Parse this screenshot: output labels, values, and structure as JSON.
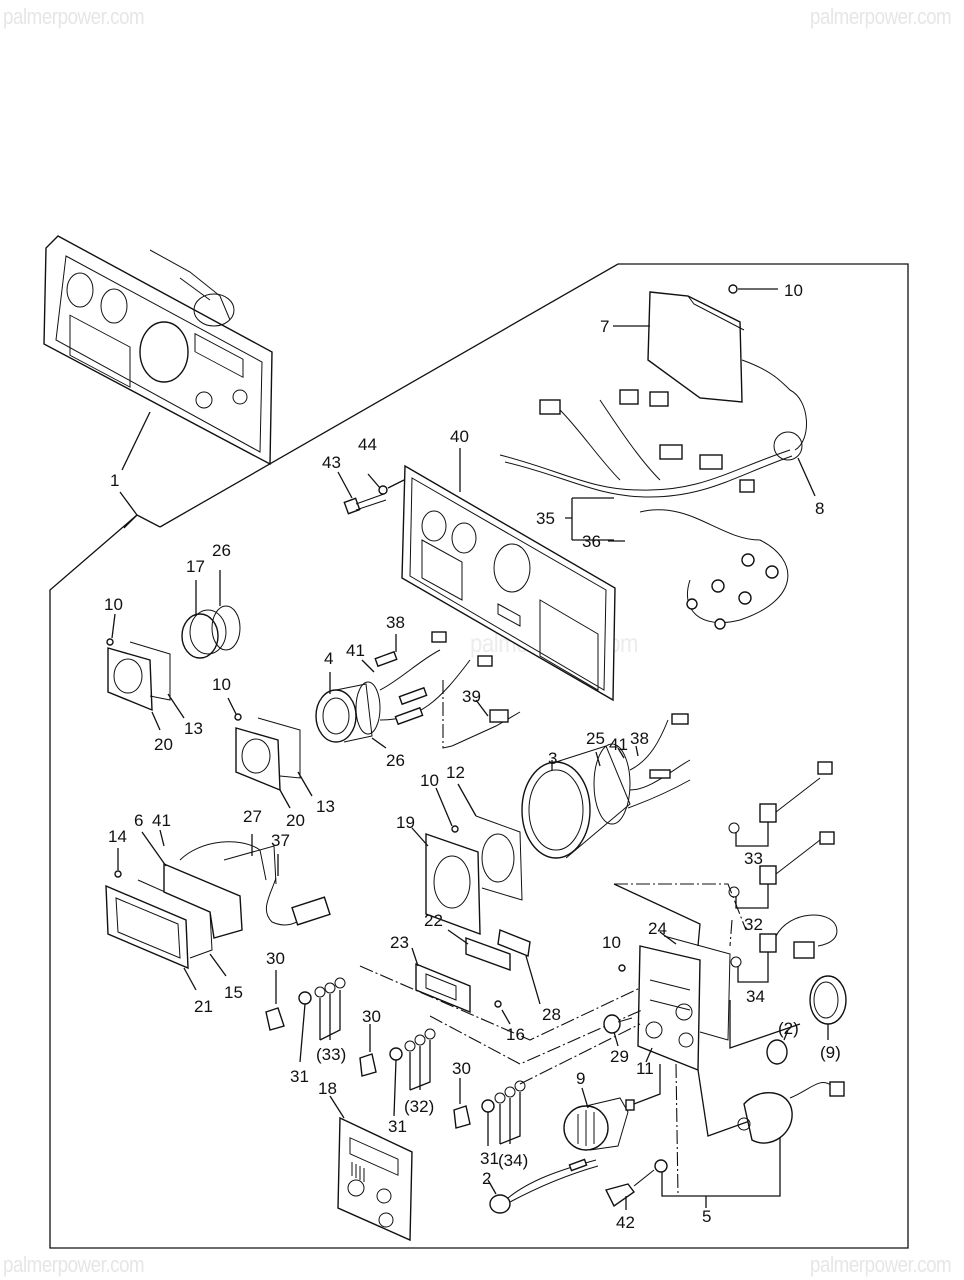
{
  "watermarks": {
    "top_left": "palmerpower.com",
    "top_right": "palmerpower.com",
    "bottom_left": "palmerpower.com",
    "bottom_right": "palmerpower.com",
    "center": "palmerpower.com"
  },
  "diagram": {
    "title": "Instrument panel exploded parts view",
    "callouts": [
      {
        "id": "c10a",
        "text": "10"
      },
      {
        "id": "c7",
        "text": "7"
      },
      {
        "id": "c8",
        "text": "8"
      },
      {
        "id": "c40",
        "text": "40"
      },
      {
        "id": "c43",
        "text": "43"
      },
      {
        "id": "c44",
        "text": "44"
      },
      {
        "id": "c35",
        "text": "35"
      },
      {
        "id": "c36",
        "text": "36"
      },
      {
        "id": "c1",
        "text": "1"
      },
      {
        "id": "c17",
        "text": "17"
      },
      {
        "id": "c26a",
        "text": "26"
      },
      {
        "id": "c10b",
        "text": "10"
      },
      {
        "id": "c13a",
        "text": "13"
      },
      {
        "id": "c20a",
        "text": "20"
      },
      {
        "id": "c10c",
        "text": "10"
      },
      {
        "id": "c13b",
        "text": "13"
      },
      {
        "id": "c20b",
        "text": "20"
      },
      {
        "id": "c4",
        "text": "4"
      },
      {
        "id": "c41a",
        "text": "41"
      },
      {
        "id": "c38a",
        "text": "38"
      },
      {
        "id": "c26b",
        "text": "26"
      },
      {
        "id": "c39",
        "text": "39"
      },
      {
        "id": "c3",
        "text": "3"
      },
      {
        "id": "c25",
        "text": "25"
      },
      {
        "id": "c41b",
        "text": "41"
      },
      {
        "id": "c38b",
        "text": "38"
      },
      {
        "id": "c19",
        "text": "19"
      },
      {
        "id": "c10d",
        "text": "10"
      },
      {
        "id": "c12",
        "text": "12"
      },
      {
        "id": "c14",
        "text": "14"
      },
      {
        "id": "c6",
        "text": "6"
      },
      {
        "id": "c41c",
        "text": "41"
      },
      {
        "id": "c27",
        "text": "27"
      },
      {
        "id": "c37",
        "text": "37"
      },
      {
        "id": "c15",
        "text": "15"
      },
      {
        "id": "c21",
        "text": "21"
      },
      {
        "id": "c33",
        "text": "33"
      },
      {
        "id": "c32",
        "text": "32"
      },
      {
        "id": "c34",
        "text": "34"
      },
      {
        "id": "c22",
        "text": "22"
      },
      {
        "id": "c23",
        "text": "23"
      },
      {
        "id": "c28",
        "text": "28"
      },
      {
        "id": "c16",
        "text": "16"
      },
      {
        "id": "c24",
        "text": "24"
      },
      {
        "id": "c10e",
        "text": "10"
      },
      {
        "id": "c30a",
        "text": "30"
      },
      {
        "id": "c31a",
        "text": "31"
      },
      {
        "id": "c33p",
        "text": "(33)"
      },
      {
        "id": "c30b",
        "text": "30"
      },
      {
        "id": "c31b",
        "text": "31"
      },
      {
        "id": "c32p",
        "text": "(32)"
      },
      {
        "id": "c30c",
        "text": "30"
      },
      {
        "id": "c31c",
        "text": "31"
      },
      {
        "id": "c34p",
        "text": "(34)"
      },
      {
        "id": "c29",
        "text": "29"
      },
      {
        "id": "c11",
        "text": "11"
      },
      {
        "id": "c9",
        "text": "9"
      },
      {
        "id": "c2p",
        "text": "(2)"
      },
      {
        "id": "c9p",
        "text": "(9)"
      },
      {
        "id": "c18",
        "text": "18"
      },
      {
        "id": "c2",
        "text": "2"
      },
      {
        "id": "c42",
        "text": "42"
      },
      {
        "id": "c5",
        "text": "5"
      }
    ]
  }
}
